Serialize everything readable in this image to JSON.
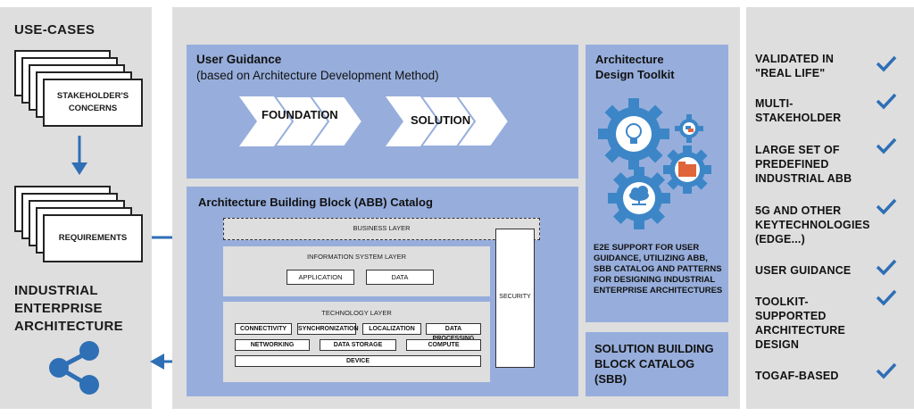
{
  "left": {
    "use_cases_title": "USE-CASES",
    "stakeholder_label": "STAKEHOLDER'S CONCERNS",
    "requirements_label": "REQUIREMENTS",
    "iea_title": "INDUSTRIAL ENTERPRISE ARCHITECTURE"
  },
  "guidance": {
    "title": "User Guidance",
    "subtitle": "(based on Architecture Development Method)",
    "chevron1": "FOUNDATION",
    "chevron2": "SOLUTION"
  },
  "abb": {
    "title": "Architecture Building Block (ABB) Catalog",
    "business_layer": "BUSINESS LAYER",
    "info_layer": "INFORMATION SYSTEM LAYER",
    "application": "APPLICATION",
    "data": "DATA",
    "tech_layer": "TECHNOLOGY LAYER",
    "connectivity": "CONNECTIVITY",
    "synchronization": "SYNCHRONIZATION",
    "localization": "LOCALIZATION",
    "data_processing": "DATA PROCESSING",
    "networking": "NETWORKING",
    "data_storage": "DATA STORAGE",
    "compute": "COMPUTE",
    "device": "DEVICE",
    "security": "SECURITY"
  },
  "toolkit": {
    "title": "Architecture Design Toolkit",
    "description": "E2E SUPPORT FOR USER GUIDANCE, UTILIZING ABB, SBB CATALOG AND PATTERNS FOR DESIGNING INDUSTRIAL ENTERPRISE ARCHITECTURES"
  },
  "sbb": {
    "title": "SOLUTION BUILDING BLOCK CATALOG (SBB)"
  },
  "features": [
    "VALIDATED IN \"REAL LIFE\"",
    "MULTI-STAKEHOLDER",
    "LARGE SET OF PREDEFINED INDUSTRIAL ABB",
    "5G AND OTHER KEYTECHNOLOGIES (EDGE...)",
    "USER GUIDANCE",
    "TOOLKIT-SUPPORTED ARCHITECTURE DESIGN",
    "TOGAF-BASED"
  ],
  "colors": {
    "panel_gray": "#dedede",
    "panel_blue": "#97aedc",
    "accent_blue": "#2e6fb5",
    "gear_blue": "#3c86c7",
    "folder_orange": "#e0653a"
  }
}
